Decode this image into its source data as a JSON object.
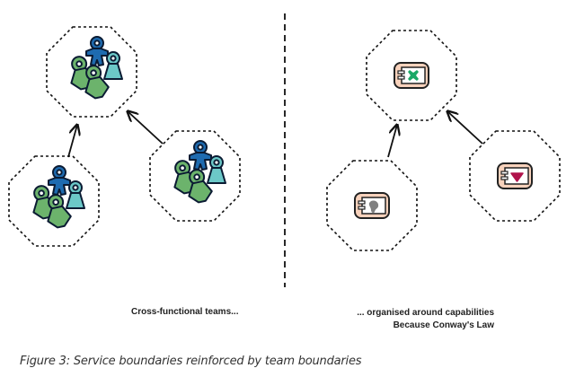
{
  "diagram": {
    "left_panel": {
      "label": "Cross-functional teams...",
      "nodes": [
        {
          "id": "team-top",
          "content": "team-people"
        },
        {
          "id": "team-bottom-left",
          "content": "team-people"
        },
        {
          "id": "team-bottom-right",
          "content": "team-people"
        }
      ],
      "edges": [
        {
          "from": "team-bottom-left",
          "to": "team-top"
        },
        {
          "from": "team-bottom-right",
          "to": "team-top"
        }
      ]
    },
    "right_panel": {
      "label_line1": "... organised around capabilities",
      "label_line2": "Because Conway's Law",
      "nodes": [
        {
          "id": "service-top",
          "content": "component-icon",
          "glyph": "cross"
        },
        {
          "id": "service-bottom-left",
          "content": "component-icon",
          "glyph": "blob"
        },
        {
          "id": "service-bottom-right",
          "content": "component-icon",
          "glyph": "triangle"
        }
      ],
      "edges": [
        {
          "from": "service-bottom-left",
          "to": "service-top"
        },
        {
          "from": "service-bottom-right",
          "to": "service-top"
        }
      ]
    },
    "caption": "Figure 3: Service boundaries reinforced by team boundaries",
    "colors": {
      "person_dark_blue": "#1e6bb0",
      "person_green": "#6cb36c",
      "person_teal": "#6cc8c8",
      "component_fill": "#f8d2bc",
      "glyph_green": "#1aa866",
      "glyph_gray": "#808080",
      "glyph_red": "#b0134b"
    }
  }
}
